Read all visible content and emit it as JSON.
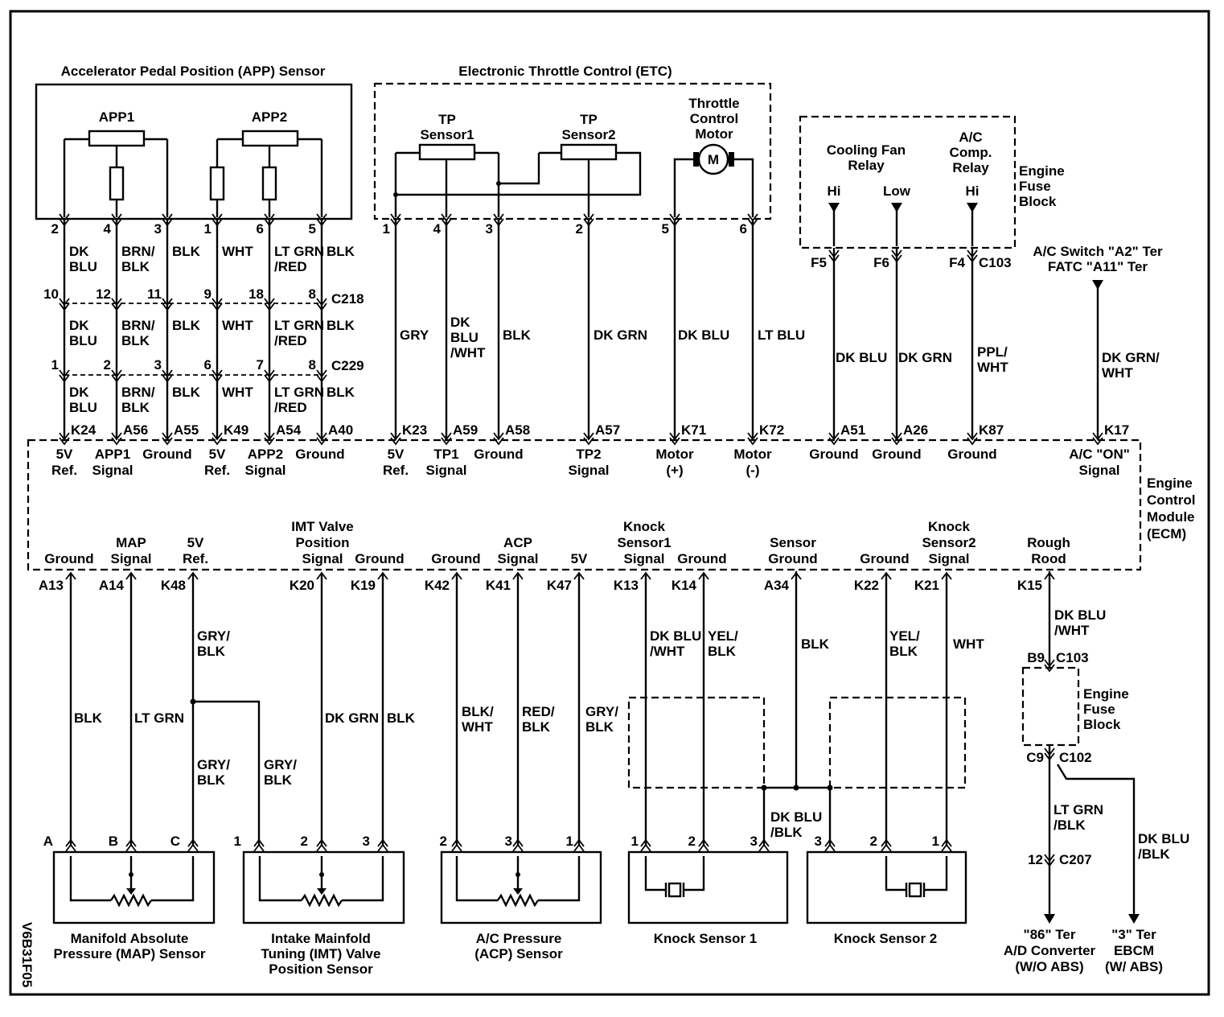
{
  "side_code": "V6B31F05",
  "blocks": {
    "app": "Accelerator Pedal Position (APP) Sensor",
    "etc": "Electronic Throttle Control (ETC)",
    "app1": "APP1",
    "app2": "APP2",
    "tp1": [
      "TP",
      "Sensor1"
    ],
    "tp2": [
      "TP",
      "Sensor2"
    ],
    "motor": [
      "Throttle",
      "Control",
      "Motor"
    ],
    "motor_symbol": "M",
    "fan_relay": [
      "Cooling Fan",
      "Relay"
    ],
    "ac_relay": [
      "A/C",
      "Comp.",
      "Relay"
    ],
    "fuse_block": [
      "Engine",
      "Fuse",
      "Block"
    ],
    "hi": "Hi",
    "low": "Low",
    "ecm": [
      "Engine",
      "Control",
      "Module",
      "(ECM)"
    ],
    "ac_switch": [
      "A/C Switch \"A2\" Ter",
      "FATC \"A11\" Ter"
    ]
  },
  "top_pins": {
    "app": [
      "2",
      "4",
      "3",
      "1",
      "6",
      "5"
    ],
    "c218": [
      "10",
      "12",
      "11",
      "9",
      "18",
      "8"
    ],
    "c229": [
      "1",
      "2",
      "3",
      "6",
      "7",
      "8"
    ],
    "etc": [
      "1",
      "4",
      "3",
      "2",
      "5",
      "6"
    ],
    "c218_label": "C218",
    "c229_label": "C229",
    "fuse": [
      "F5",
      "F6",
      "F4"
    ],
    "c103": "C103"
  },
  "top_wires": {
    "app_seg1": [
      "DK|BLU",
      "BRN/|BLK",
      "BLK",
      "WHT",
      "LT GRN|/RED",
      "BLK"
    ],
    "app_seg2": [
      "DK|BLU",
      "BRN/|BLK",
      "BLK",
      "WHT",
      "LT GRN|/RED",
      "BLK"
    ],
    "app_seg3": [
      "DK|BLU",
      "BRN/|BLK",
      "BLK",
      "WHT",
      "LT GRN|/RED",
      "BLK"
    ],
    "etc": [
      "GRY",
      "DK|BLU|/WHT",
      "BLK",
      "DK GRN",
      "DK BLU",
      "LT BLU"
    ],
    "fuse": [
      "DK BLU",
      "DK GRN",
      "PPL/|WHT"
    ],
    "ac": "DK GRN/|WHT"
  },
  "ecm_top_pins": [
    "K24",
    "A56",
    "A55",
    "K49",
    "A54",
    "A40",
    "K23",
    "A59",
    "A58",
    "A57",
    "K71",
    "K72",
    "A51",
    "A26",
    "K87",
    "K17"
  ],
  "ecm_top_labels": [
    "5V|Ref.",
    "APP1|Signal",
    "Ground",
    "5V|Ref.",
    "APP2|Signal",
    "Ground",
    "5V|Ref.",
    "TP1|Signal",
    "Ground",
    "TP2|Signal",
    "Motor|(+)",
    "Motor|(-)",
    "Ground",
    "Ground",
    "Ground",
    "A/C \"ON\"|Signal"
  ],
  "ecm_bottom_labels": [
    "Ground",
    "MAP|Signal",
    "5V|Ref.",
    "IMT Valve|Position|Signal",
    "Ground",
    "Ground",
    "ACP|Signal",
    "5V",
    "Knock|Sensor1|Signal",
    "Ground",
    "Sensor|Ground",
    "Ground",
    "Knock|Sensor2|Signal",
    "Rough|Rood"
  ],
  "ecm_bottom_pins": [
    "A13",
    "A14",
    "K48",
    "K20",
    "K19",
    "K42",
    "K41",
    "K47",
    "K13",
    "K14",
    "A34",
    "K22",
    "K21",
    "K15"
  ],
  "bottom_wires": {
    "map": [
      "BLK",
      "LT GRN",
      "GRY/|BLK",
      "GRY/|BLK"
    ],
    "imt": [
      "GRY/|BLK",
      "DK GRN",
      "BLK"
    ],
    "acp": [
      "BLK/|WHT",
      "RED/|BLK",
      "GRY/|BLK"
    ],
    "knock1": [
      "DK BLU|/WHT",
      "YEL/|BLK"
    ],
    "sensor_ground": "BLK",
    "shield": "DK BLU|/BLK",
    "knock2": [
      "YEL/|BLK",
      "WHT"
    ],
    "rough": "DK BLU|/WHT",
    "lt_grn_blk": "LT GRN|/BLK",
    "dk_blu_blk": "DK BLU|/BLK"
  },
  "bottom_pins": {
    "map": [
      "A",
      "B",
      "C"
    ],
    "imt": [
      "1",
      "2",
      "3"
    ],
    "acp": [
      "2",
      "3",
      "1"
    ],
    "knock1": [
      "1",
      "2",
      "3"
    ],
    "knock2": [
      "3",
      "2",
      "1"
    ],
    "b9": "B9",
    "c103": "C103",
    "c9": "C9",
    "c102": "C102",
    "p12": "12",
    "c207": "C207"
  },
  "bottom_components": {
    "map": [
      "Manifold Absolute",
      "Pressure (MAP) Sensor"
    ],
    "imt": [
      "Intake Mainfold",
      "Tuning (IMT) Valve",
      "Position Sensor"
    ],
    "acp": [
      "A/C Pressure",
      "(ACP) Sensor"
    ],
    "knock1": [
      "Knock Sensor 1"
    ],
    "knock2": [
      "Knock Sensor 2"
    ],
    "fuse": [
      "Engine",
      "Fuse",
      "Block"
    ],
    "dest1": [
      "\"86\" Ter",
      "A/D Converter",
      "(W/O ABS)"
    ],
    "dest2": [
      "\"3\" Ter",
      "EBCM",
      "(W/ ABS)"
    ]
  }
}
